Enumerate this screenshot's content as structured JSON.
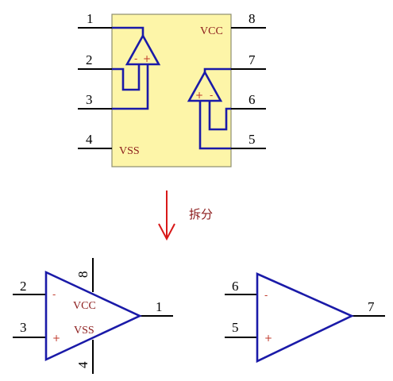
{
  "top_chip": {
    "pins_left": [
      "1",
      "2",
      "3",
      "4"
    ],
    "pins_right": [
      "8",
      "7",
      "6",
      "5"
    ],
    "vcc_label": "VCC",
    "vss_label": "VSS",
    "opamp_a_signs": {
      "minus": "-",
      "plus": "+"
    },
    "opamp_b_signs": {
      "plus": "+",
      "minus": "-"
    }
  },
  "split_label": "拆分",
  "bottom_left": {
    "pin_in_minus": "2",
    "pin_in_plus": "3",
    "pin_out": "1",
    "pin_vcc": "8",
    "pin_vss": "4",
    "minus_sign": "-",
    "plus_sign": "+",
    "vcc_label": "VCC",
    "vss_label": "VSS"
  },
  "bottom_right": {
    "pin_in_minus": "6",
    "pin_in_plus": "5",
    "pin_out": "7",
    "minus_sign": "-",
    "plus_sign": "+"
  },
  "colors": {
    "chip_fill": "#fdf5a8",
    "chip_border": "#8e8e6e",
    "opamp_stroke": "#1a1aa8",
    "arrow": "#d81818",
    "label_text": "#8b1a1a"
  }
}
